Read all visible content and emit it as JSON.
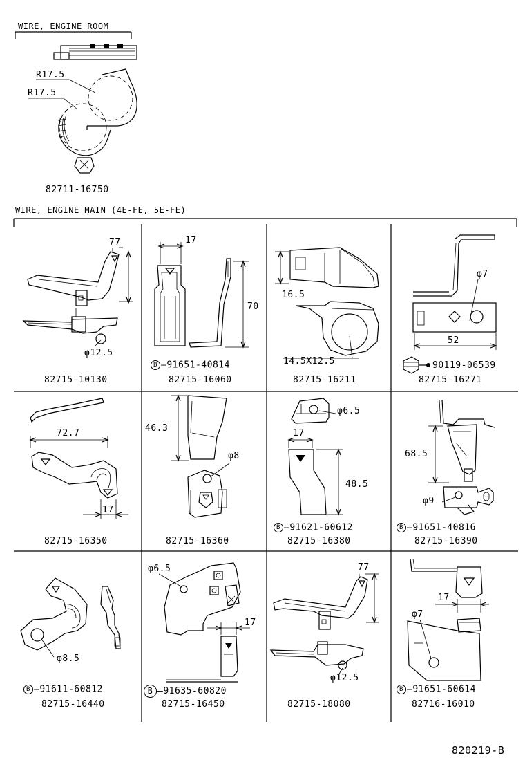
{
  "sections": {
    "engine_room": "WIRE, ENGINE ROOM",
    "engine_main": "WIRE, ENGINE MAIN (4E-FE, 5E-FE)"
  },
  "top_part": {
    "r1": "R17.5",
    "r2": "R17.5",
    "part": "82711-16750"
  },
  "cells": [
    {
      "part": "82715-10130",
      "dims": [
        "77",
        "φ12.5"
      ]
    },
    {
      "part": "82715-16060",
      "dims": [
        "17",
        "70"
      ],
      "b_bolt": "91651-40814"
    },
    {
      "part": "82715-16211",
      "dims": [
        "16.5",
        "14.5X12.5"
      ]
    },
    {
      "part": "82715-16271",
      "dims": [
        "φ7",
        "52"
      ],
      "bolt": "90119-06539"
    },
    {
      "part": "82715-16350",
      "dims": [
        "72.7",
        "17"
      ]
    },
    {
      "part": "82715-16360",
      "dims": [
        "46.3",
        "φ8"
      ]
    },
    {
      "part": "82715-16380",
      "dims": [
        "φ6.5",
        "17",
        "48.5"
      ],
      "b_bolt": "91621-60612"
    },
    {
      "part": "82715-16390",
      "dims": [
        "68.5",
        "φ9"
      ],
      "b_bolt": "91651-40816"
    },
    {
      "part": "82715-16440",
      "dims": [
        "φ8.5"
      ],
      "b_bolt": "91611-60812"
    },
    {
      "part": "82715-16450",
      "dims": [
        "φ6.5",
        "17"
      ],
      "b_bolt": "91635-60820"
    },
    {
      "part": "82715-18080",
      "dims": [
        "77",
        "φ12.5"
      ]
    },
    {
      "part": "82716-16010",
      "dims": [
        "17",
        "φ7"
      ],
      "b_bolt": "91651-60614"
    }
  ],
  "b_label": "B",
  "footer": "820219-B"
}
